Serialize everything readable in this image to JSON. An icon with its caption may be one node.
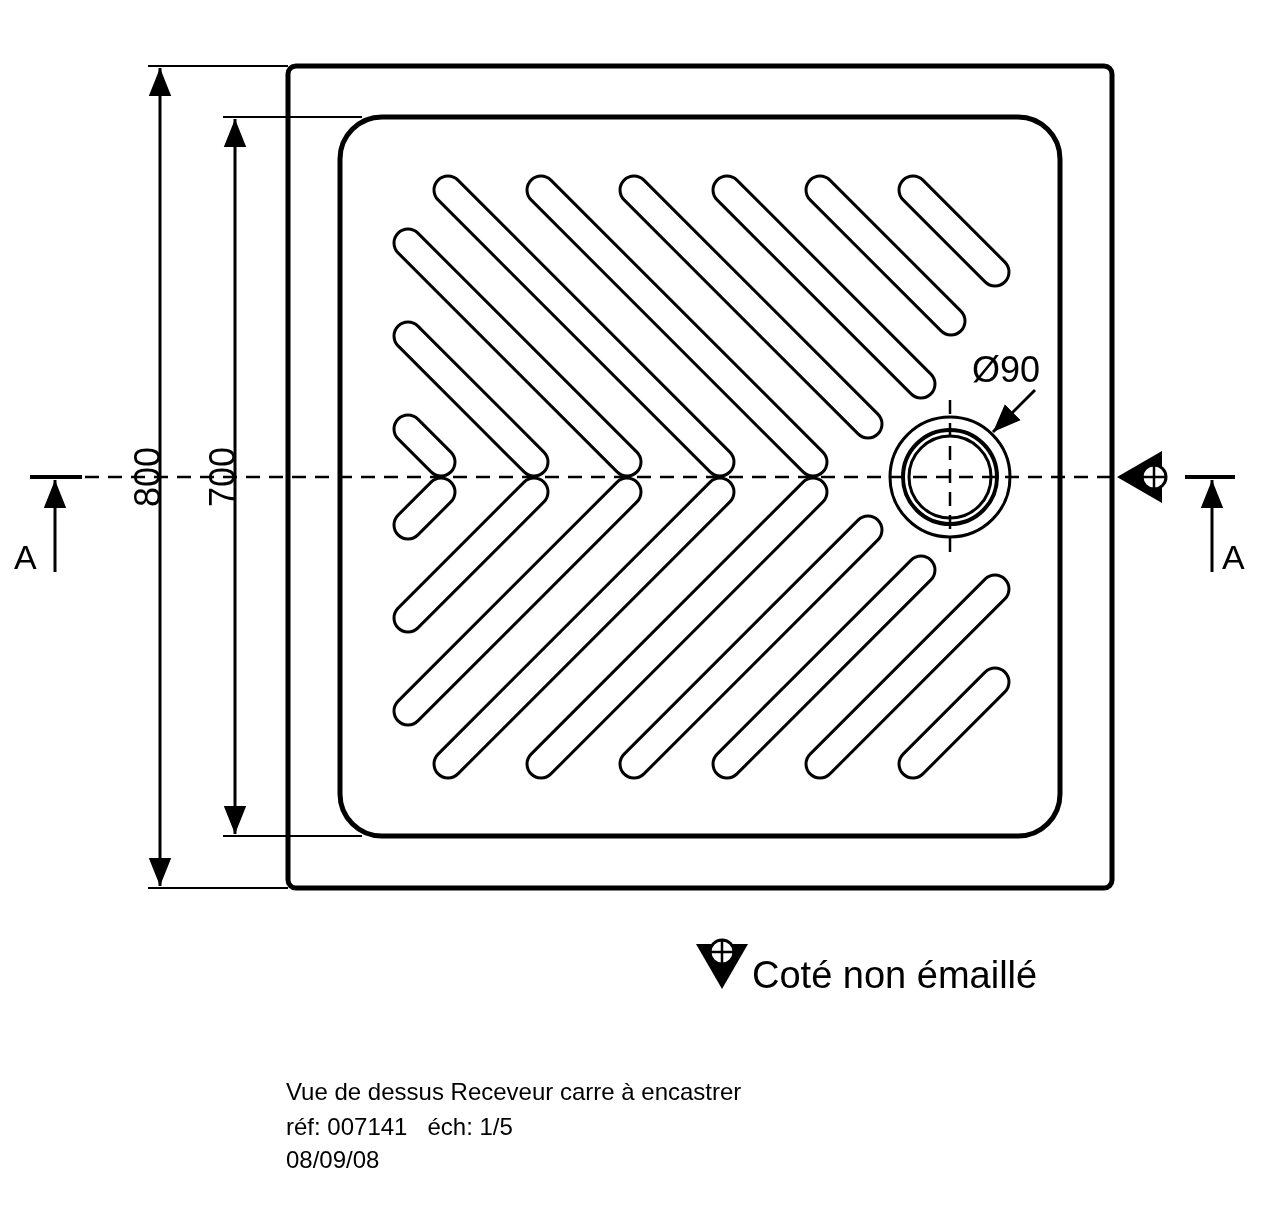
{
  "diagram": {
    "nodes": [
      {
        "text": [
          "Ø90"
        ]
      },
      {
        "text": [],
        "shape": "circle"
      }
    ],
    "edges": [
      {
        "from": 0,
        "to": 1,
        "arrow": "to"
      }
    ],
    "labels": [
      "800",
      "700",
      "A",
      "A",
      "Coté non émaillé",
      "Vue de dessus Receveur carre à encastrer",
      "réf: 007141   éch: 1/5",
      "08/09/08"
    ]
  }
}
